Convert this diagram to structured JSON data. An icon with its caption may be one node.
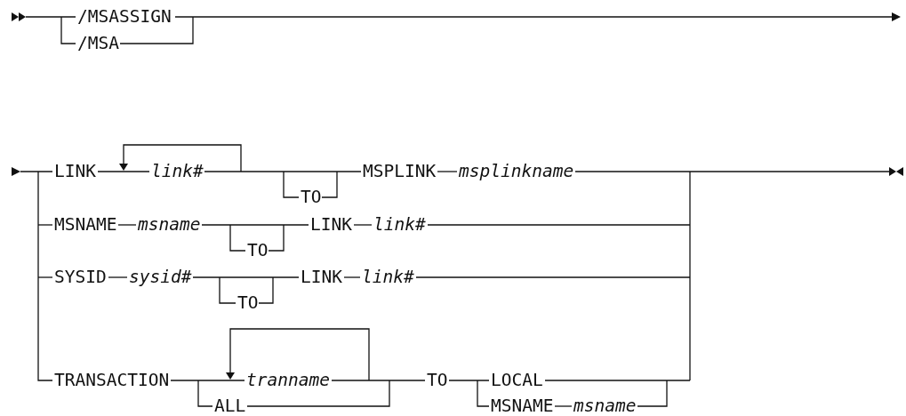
{
  "diagram": {
    "labels": [
      "/MSASSIGN",
      "/MSA",
      "LINK",
      "link#",
      "TO",
      "MSPLINK",
      "msplinkname",
      "MSNAME",
      "msname",
      "TO",
      "LINK",
      "link#",
      "SYSID",
      "sysid#",
      "TO",
      "LINK",
      "link#",
      "TRANSACTION",
      "tranname",
      "TO",
      "LOCAL",
      "ALL",
      "MSNAME",
      "msname"
    ]
  }
}
